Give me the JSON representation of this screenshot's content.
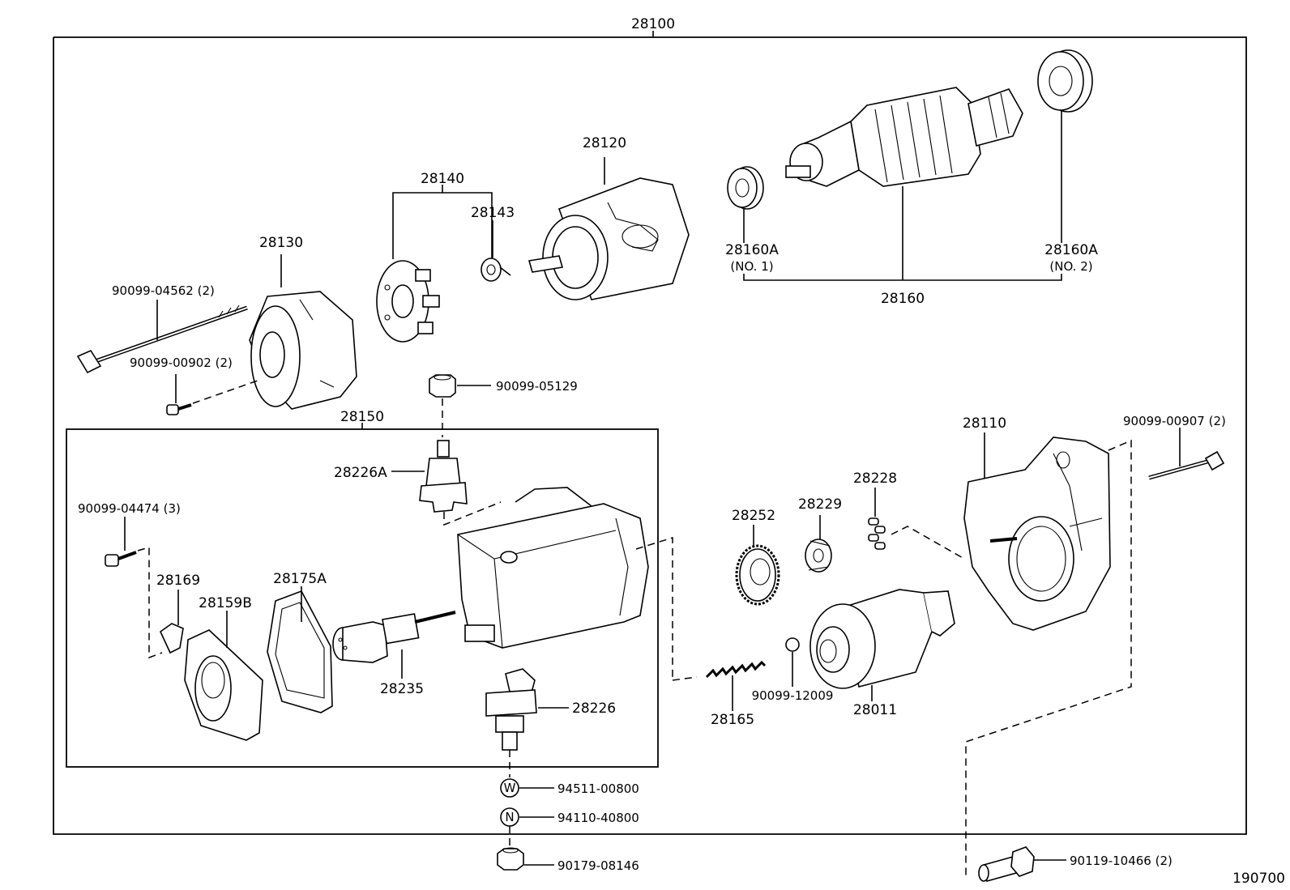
{
  "diagram": {
    "assembly_no": "28100",
    "sub_assembly_no": "28150",
    "catalog_ref": "190700",
    "parts": {
      "p28120": "28120",
      "p28140": "28140",
      "p28143": "28143",
      "p28130": "28130",
      "p28160a_1": "28160A",
      "p28160a_1_note": "(NO. 1)",
      "p28160a_2": "28160A",
      "p28160a_2_note": "(NO. 2)",
      "p28160": "28160",
      "bolt_04562": "90099-04562 (2)",
      "screw_00902": "90099-00902 (2)",
      "nut_05129": "90099-05129",
      "p28226a": "28226A",
      "screw_04474": "90099-04474 (3)",
      "p28169": "28169",
      "p28159b": "28159B",
      "p28175a": "28175A",
      "p28235": "28235",
      "p28226": "28226",
      "p28252": "28252",
      "p28229": "28229",
      "p28228": "28228",
      "p28110": "28110",
      "bolt_00907": "90099-00907 (2)",
      "p28165": "28165",
      "ball_12009": "90099-12009",
      "p28011": "28011",
      "washer_00800": "94511-00800",
      "washer_mark": "W",
      "nut_40800": "94110-40800",
      "nut_mark": "N",
      "nut_08146": "90179-08146",
      "bolt_10466": "90119-10466 (2)"
    }
  }
}
